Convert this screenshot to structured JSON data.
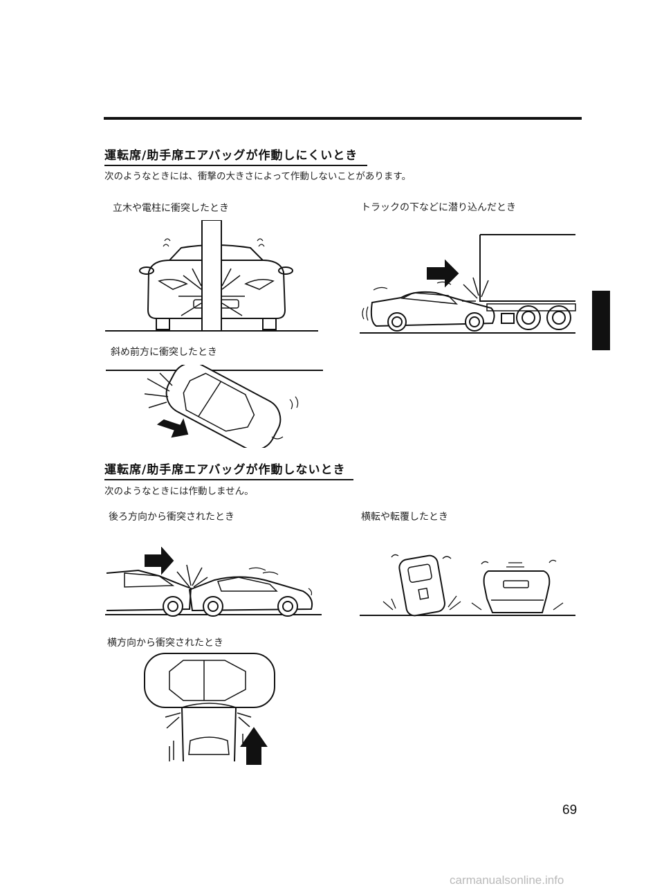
{
  "section1": {
    "heading": "運転席/助手席エアバッグが作動しにくいとき",
    "description": "次のようなときには、衝撃の大きさによって作動しないことがあります。",
    "scenarios": [
      {
        "caption": "立木や電柱に衝突したとき"
      },
      {
        "caption": "トラックの下などに潜り込んだとき"
      },
      {
        "caption": "斜め前方に衝突したとき"
      }
    ]
  },
  "section2": {
    "heading": "運転席/助手席エアバッグが作動しないとき",
    "description": "次のようなときには作動しません。",
    "scenarios": [
      {
        "caption": "後ろ方向から衝突されたとき"
      },
      {
        "caption": "横転や転覆したとき"
      },
      {
        "caption": "横方向から衝突されたとき"
      }
    ]
  },
  "page_number": "69",
  "watermark": "carmanualsonline.info"
}
